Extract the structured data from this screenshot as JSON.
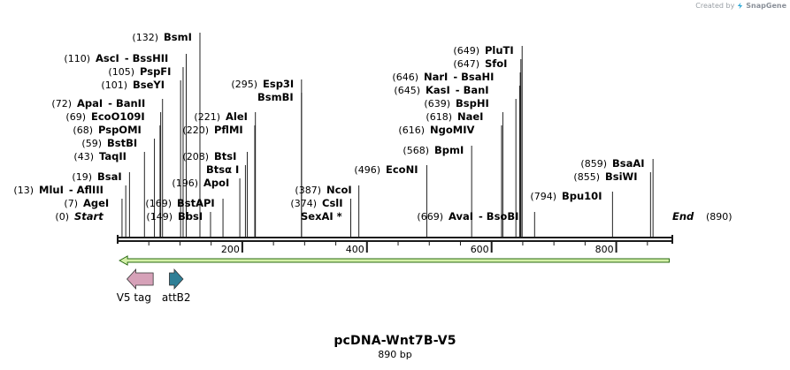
{
  "credit": {
    "prefix": "Created by",
    "brand": "SnapGene"
  },
  "map": {
    "title": "pcDNA-Wnt7B-V5",
    "size_label": "890 bp",
    "length": 890,
    "ticks": [
      200,
      400,
      600,
      800
    ],
    "colors": {
      "backbone": "#1a1a1a",
      "orf_fill": "#d4f0a8",
      "orf_stroke": "#2a6a12",
      "v5": "#d6a1b8",
      "attb2": "#2f7f96"
    }
  },
  "sites": [
    {
      "pos": "(0)",
      "name": "Start",
      "terminal": true,
      "bp": 0
    },
    {
      "pos": "(7)",
      "name": "AgeI",
      "bp": 7
    },
    {
      "pos": "(13)",
      "name": "MluI",
      "name2": "AflIII",
      "bp": 13
    },
    {
      "pos": "(19)",
      "name": "BsaI",
      "bp": 19
    },
    {
      "pos": "(43)",
      "name": "TaqII",
      "bp": 43
    },
    {
      "pos": "(59)",
      "name": "BstBI",
      "bp": 59
    },
    {
      "pos": "(68)",
      "name": "PspOMI",
      "bp": 68
    },
    {
      "pos": "(69)",
      "name": "EcoO109I",
      "bp": 69
    },
    {
      "pos": "(72)",
      "name": "ApaI",
      "name2": "BanII",
      "bp": 72
    },
    {
      "pos": "(101)",
      "name": "BseYI",
      "bp": 101
    },
    {
      "pos": "(105)",
      "name": "PspFI",
      "bp": 105
    },
    {
      "pos": "(110)",
      "name": "AscI",
      "name2": "BssHII",
      "bp": 110
    },
    {
      "pos": "(132)",
      "name": "BsmI",
      "bp": 132
    },
    {
      "pos": "(149)",
      "name": "BbsI",
      "bp": 149
    },
    {
      "pos": "(169)",
      "name": "BstAPI",
      "bp": 169
    },
    {
      "pos": "(196)",
      "name": "ApoI",
      "bp": 196
    },
    {
      "pos": "",
      "name": "Btsα I",
      "bp": 205
    },
    {
      "pos": "(208)",
      "name": "BtsI",
      "bp": 208
    },
    {
      "pos": "(220)",
      "name": "PflMI",
      "bp": 220
    },
    {
      "pos": "(221)",
      "name": "AleI",
      "bp": 221
    },
    {
      "pos": "",
      "name": "BsmBI",
      "bp": 295
    },
    {
      "pos": "(295)",
      "name": "Esp3I",
      "bp": 295
    },
    {
      "pos": "",
      "name": "SexAI *",
      "bp": 374
    },
    {
      "pos": "(374)",
      "name": "CslI",
      "bp": 374
    },
    {
      "pos": "(387)",
      "name": "NcoI",
      "bp": 387
    },
    {
      "pos": "(496)",
      "name": "EcoNI",
      "bp": 496
    },
    {
      "pos": "(568)",
      "name": "BpmI",
      "bp": 568
    },
    {
      "pos": "(669)",
      "name": "AvaI",
      "name2": "BsoBI",
      "bp": 669
    },
    {
      "pos": "(616)",
      "name": "NgoMIV",
      "bp": 616
    },
    {
      "pos": "(618)",
      "name": "NaeI",
      "bp": 618
    },
    {
      "pos": "(639)",
      "name": "BspHI",
      "bp": 639
    },
    {
      "pos": "(645)",
      "name": "KasI",
      "name2": "BanI",
      "bp": 645
    },
    {
      "pos": "(646)",
      "name": "NarI",
      "name2": "BsaHI",
      "bp": 646
    },
    {
      "pos": "(647)",
      "name": "SfoI",
      "bp": 647
    },
    {
      "pos": "(649)",
      "name": "PluTI",
      "bp": 649
    },
    {
      "pos": "(794)",
      "name": "Bpu10I",
      "bp": 794
    },
    {
      "pos": "(855)",
      "name": "BsiWI",
      "bp": 855
    },
    {
      "pos": "(859)",
      "name": "BsaAI",
      "bp": 859
    },
    {
      "pos": "(890)",
      "name": "End",
      "terminal": true,
      "bp": 890
    }
  ],
  "features": [
    {
      "name": "V5 tag",
      "type": "v5",
      "start": 15,
      "end": 57,
      "dir": "left"
    },
    {
      "name": "attB2",
      "type": "attb2",
      "start": 83,
      "end": 105,
      "dir": "right"
    },
    {
      "name": "",
      "type": "orf",
      "start": 3,
      "end": 885,
      "dir": "left"
    }
  ]
}
